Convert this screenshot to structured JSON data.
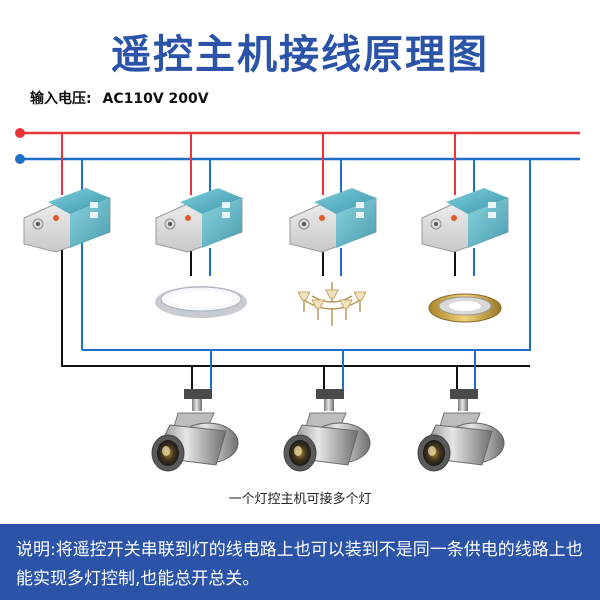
{
  "title": "遥控主机接线原理图",
  "voltage": {
    "label": "输入电压:",
    "values": "AC110V 200V"
  },
  "caption": "一个灯控主机可接多个灯",
  "note": "说明:将遥控开关串联到灯的线电路上也可以装到不是同一条供电的线路上也能实现多灯控制,也能总开总关。",
  "colors": {
    "live_wire": "#e8343a",
    "neutral_wire": "#1e6fc7",
    "loop_wire": "#111111",
    "accent": "#2b54a8",
    "module_face": "#5fb8c8"
  },
  "icons": {
    "modules": [
      "remote-control-module",
      "remote-control-module",
      "remote-control-module",
      "remote-control-module"
    ],
    "lamps": [
      "ceiling-lamp-icon",
      "chandelier-icon",
      "downlight-icon"
    ],
    "spotlights": [
      "track-spotlight-icon",
      "track-spotlight-icon",
      "track-spotlight-icon"
    ]
  }
}
